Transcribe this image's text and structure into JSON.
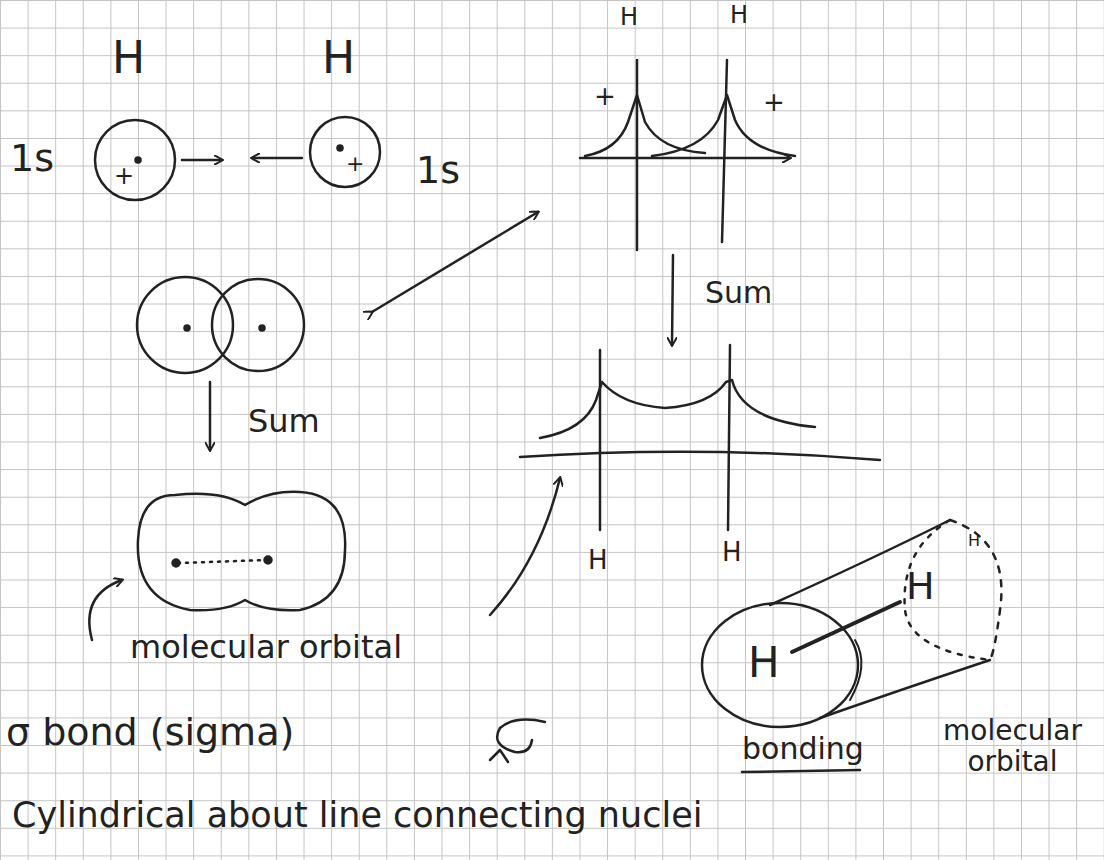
{
  "diagram": {
    "labels": [
      "H",
      "H",
      "1s",
      "1s",
      "+",
      "+",
      "H",
      "H",
      "+",
      "+",
      "Sum",
      "Sum",
      "H",
      "H",
      "H",
      "H",
      "H",
      "molecular orbital",
      "σ bond (sigma)",
      "Cylindrical about line connecting nuclei",
      "bonding",
      "molecular orbital"
    ]
  }
}
